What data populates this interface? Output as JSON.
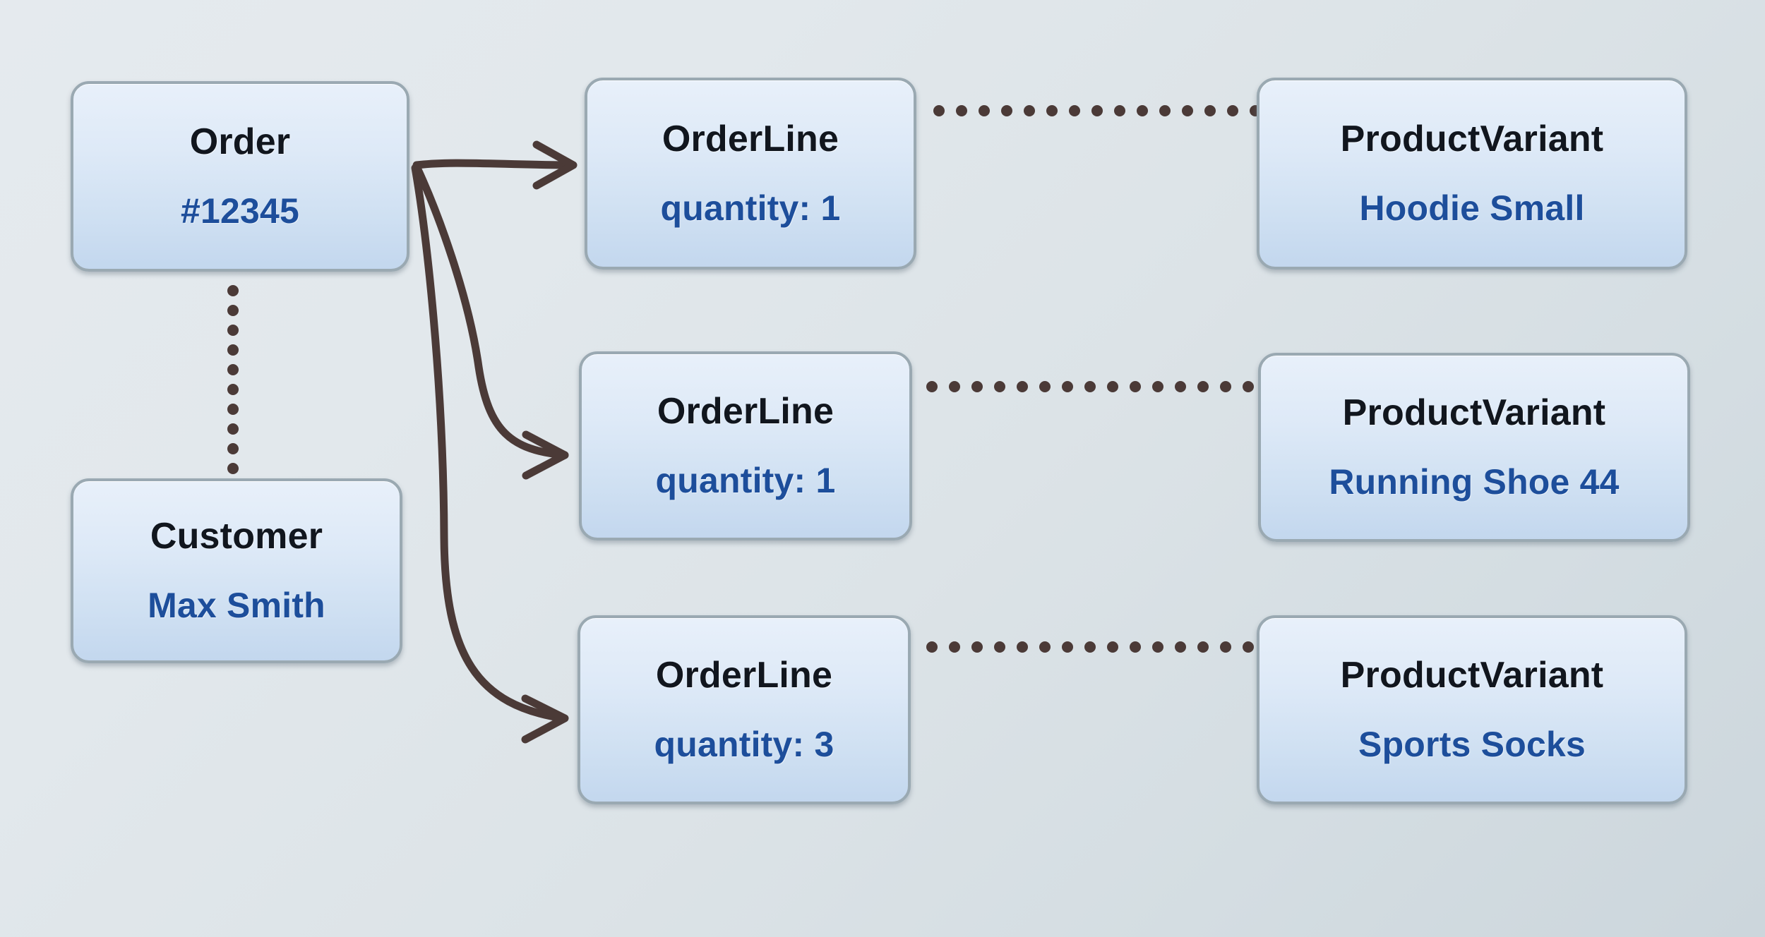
{
  "diagram": {
    "kind": "entity-relationship-sketch",
    "colors": {
      "node_border": "#9aa9b2",
      "node_fill_top": "#e8f0fa",
      "node_fill_bottom": "#c3d7ee",
      "title_text": "#11161e",
      "subtitle_text": "#1d4e9b",
      "edge_stroke": "#4b3a37",
      "background_top_left": "#e2e8ec",
      "background_bottom_right": "#ccd6dc"
    },
    "nodes": [
      {
        "id": "order",
        "title": "Order",
        "subtitle": "#12345"
      },
      {
        "id": "customer",
        "title": "Customer",
        "subtitle": "Max Smith"
      },
      {
        "id": "orderline1",
        "title": "OrderLine",
        "subtitle": "quantity: 1"
      },
      {
        "id": "orderline2",
        "title": "OrderLine",
        "subtitle": "quantity: 1"
      },
      {
        "id": "orderline3",
        "title": "OrderLine",
        "subtitle": "quantity: 3"
      },
      {
        "id": "variant1",
        "title": "ProductVariant",
        "subtitle": "Hoodie Small"
      },
      {
        "id": "variant2",
        "title": "ProductVariant",
        "subtitle": "Running Shoe 44"
      },
      {
        "id": "variant3",
        "title": "ProductVariant",
        "subtitle": "Sports Socks"
      }
    ],
    "edges": [
      {
        "id": "order-to-orderline1",
        "from": "order",
        "to": "orderline1",
        "style": "curved-arrow",
        "label": ""
      },
      {
        "id": "order-to-orderline2",
        "from": "order",
        "to": "orderline2",
        "style": "curved-arrow",
        "label": ""
      },
      {
        "id": "order-to-orderline3",
        "from": "order",
        "to": "orderline3",
        "style": "curved-arrow",
        "label": ""
      },
      {
        "id": "order-to-customer",
        "from": "order",
        "to": "customer",
        "style": "dotted",
        "label": ""
      },
      {
        "id": "orderline1-variant1",
        "from": "orderline1",
        "to": "variant1",
        "style": "dotted",
        "label": ""
      },
      {
        "id": "orderline2-variant2",
        "from": "orderline2",
        "to": "variant2",
        "style": "dotted",
        "label": ""
      },
      {
        "id": "orderline3-variant3",
        "from": "orderline3",
        "to": "variant3",
        "style": "dotted",
        "label": ""
      }
    ]
  }
}
